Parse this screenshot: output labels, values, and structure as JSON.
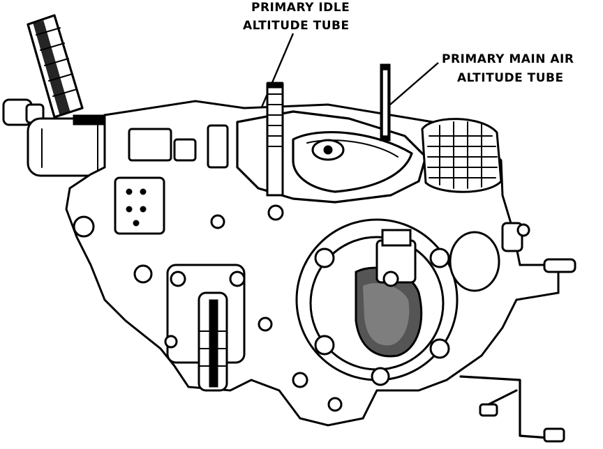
{
  "callouts": {
    "primary_idle_line1": "PRIMARY IDLE",
    "primary_idle_line2": "ALTITUDE TUBE",
    "primary_main_line1": "PRIMARY MAIN AIR",
    "primary_main_line2": "ALTITUDE TUBE"
  },
  "colors": {
    "ink": "#000000",
    "paper": "#ffffff"
  }
}
